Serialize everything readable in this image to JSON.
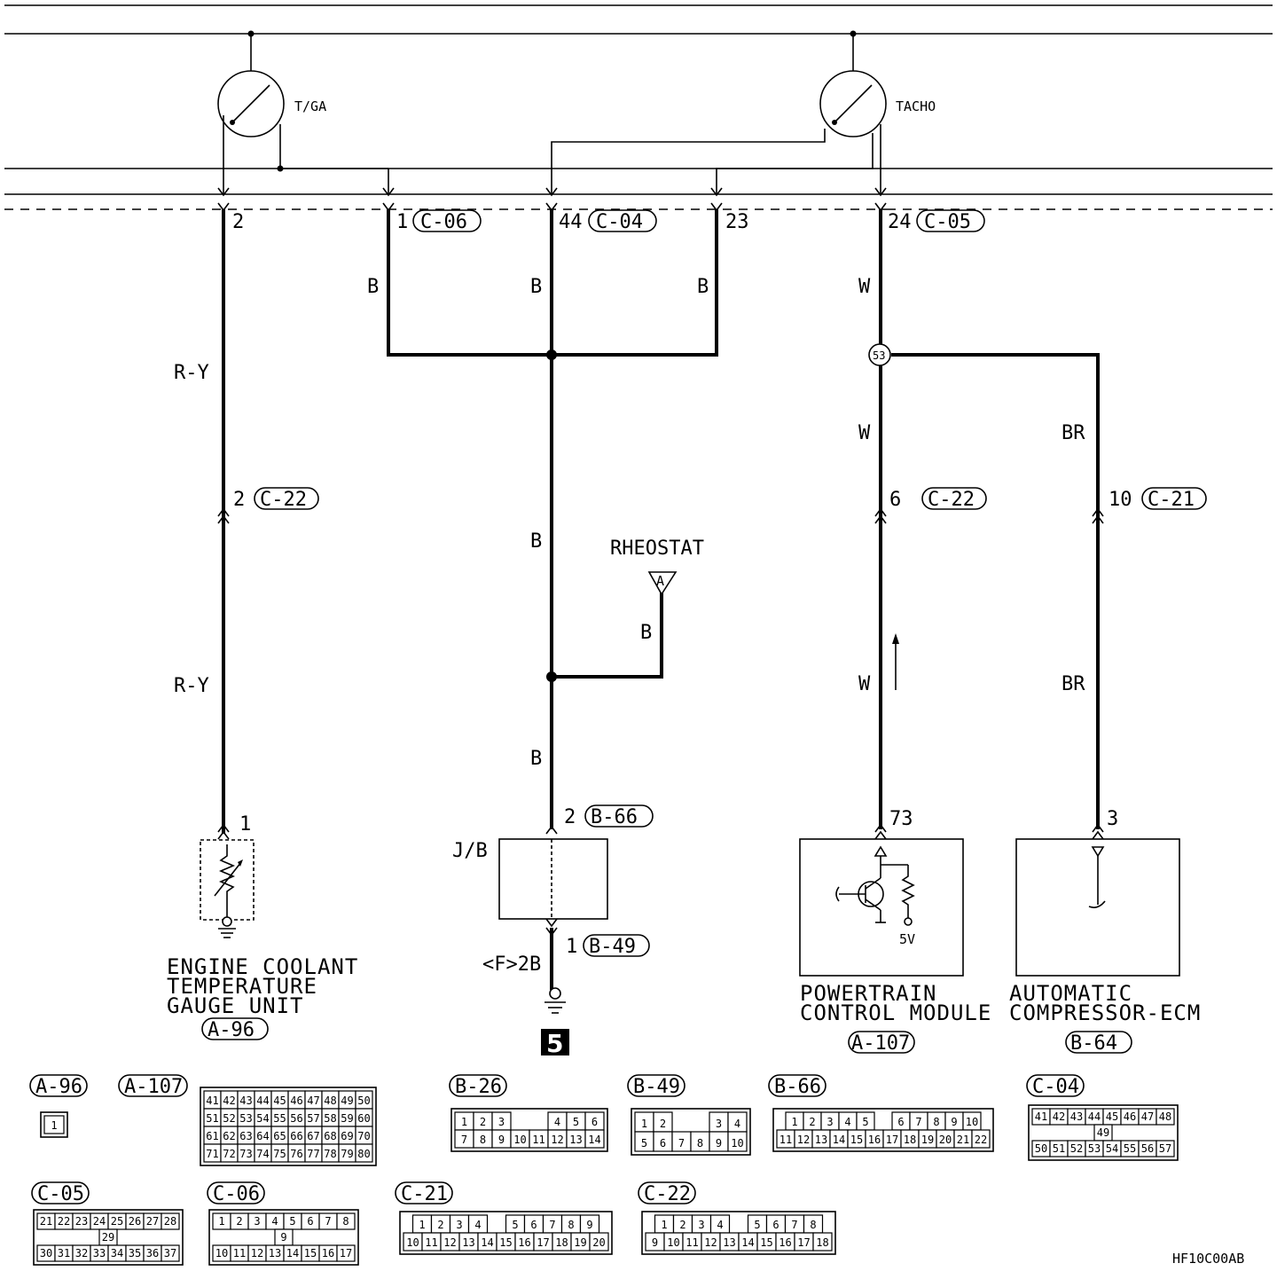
{
  "gauges": {
    "tga": "T/GA",
    "tacho": "TACHO"
  },
  "pins": {
    "tga_2": "2",
    "c06_1": "1",
    "c04_44": "44",
    "pin_23": "23",
    "c05_24": "24",
    "c22_2": "2",
    "c22_6": "6",
    "c21_10": "10",
    "ect_1": "1",
    "b66_2": "2",
    "b49_1": "1",
    "pcm_73": "73",
    "acecm_3": "3",
    "splice_53": "53",
    "rheostat_a": "A"
  },
  "connectors": {
    "c06": "C-06",
    "c04": "C-04",
    "c05": "C-05",
    "c22": "C-22",
    "c21": "C-21",
    "b66": "B-66",
    "b49": "B-49",
    "a96": "A-96",
    "a107": "A-107",
    "b64": "B-64"
  },
  "wire_colors": {
    "ry_upper": "R-Y",
    "ry_lower": "R-Y",
    "b_c06": "B",
    "b_c04": "B",
    "b_23": "B",
    "b_mid": "B",
    "b_rheo": "B",
    "b_low": "B",
    "w_top": "W",
    "w_mid": "W",
    "w_low": "W",
    "br_upper": "BR",
    "br_lower": "BR"
  },
  "labels": {
    "rheostat": "RHEOSTAT",
    "jb": "J/B",
    "ground_f2b": "<F>2B",
    "ground_num": "5",
    "five_v": "5V",
    "diagram_id": "HF10C00AB"
  },
  "components": {
    "ect": {
      "line1": "ENGINE COOLANT",
      "line2": "TEMPERATURE",
      "line3": "GAUGE UNIT",
      "conn": "A-96"
    },
    "pcm": {
      "line1": "POWERTRAIN",
      "line2": "CONTROL MODULE",
      "conn": "A-107"
    },
    "acecm": {
      "line1": "AUTOMATIC",
      "line2": "COMPRESSOR-ECM",
      "conn": "B-64"
    }
  },
  "connector_views": [
    {
      "label": "A-96",
      "rows": [
        [
          "1"
        ]
      ]
    },
    {
      "label": "A-107",
      "rows": [
        [
          "41",
          "42",
          "43",
          "44",
          "45",
          "46",
          "47",
          "48",
          "49",
          "50"
        ],
        [
          "51",
          "52",
          "53",
          "54",
          "55",
          "56",
          "57",
          "58",
          "59",
          "60"
        ],
        [
          "61",
          "62",
          "63",
          "64",
          "65",
          "66",
          "67",
          "68",
          "69",
          "70"
        ],
        [
          "71",
          "72",
          "73",
          "74",
          "75",
          "76",
          "77",
          "78",
          "79",
          "80"
        ]
      ]
    },
    {
      "label": "B-26",
      "rows": [
        [
          "1",
          "2",
          "3",
          "",
          "",
          "4",
          "5",
          "6"
        ],
        [
          "7",
          "8",
          "9",
          "10",
          "11",
          "12",
          "13",
          "14"
        ]
      ]
    },
    {
      "label": "B-49",
      "rows": [
        [
          "1",
          "2",
          "",
          "",
          "3",
          "4"
        ],
        [
          "5",
          "6",
          "7",
          "8",
          "9",
          "10"
        ]
      ]
    },
    {
      "label": "B-66",
      "rows": [
        [
          "1",
          "2",
          "3",
          "4",
          "5",
          "",
          "6",
          "7",
          "8",
          "9",
          "10"
        ],
        [
          "11",
          "12",
          "13",
          "14",
          "15",
          "16",
          "17",
          "18",
          "19",
          "20",
          "21",
          "22"
        ]
      ]
    },
    {
      "label": "C-04",
      "rows": [
        [
          "41",
          "42",
          "43",
          "44",
          "45",
          "46",
          "47",
          "48"
        ],
        [
          "49"
        ],
        [
          "50",
          "51",
          "52",
          "53",
          "54",
          "55",
          "56",
          "57"
        ]
      ]
    },
    {
      "label": "C-05",
      "rows": [
        [
          "21",
          "22",
          "23",
          "24",
          "25",
          "26",
          "27",
          "28"
        ],
        [
          "29"
        ],
        [
          "30",
          "31",
          "32",
          "33",
          "34",
          "35",
          "36",
          "37"
        ]
      ]
    },
    {
      "label": "C-06",
      "rows": [
        [
          "1",
          "2",
          "3",
          "4",
          "5",
          "6",
          "7",
          "8"
        ],
        [
          "9"
        ],
        [
          "10",
          "11",
          "12",
          "13",
          "14",
          "15",
          "16",
          "17"
        ]
      ]
    },
    {
      "label": "C-21",
      "rows": [
        [
          "1",
          "2",
          "3",
          "4",
          "",
          "5",
          "6",
          "7",
          "8",
          "9"
        ],
        [
          "10",
          "11",
          "12",
          "13",
          "14",
          "15",
          "16",
          "17",
          "18",
          "19",
          "20"
        ]
      ]
    },
    {
      "label": "C-22",
      "rows": [
        [
          "1",
          "2",
          "3",
          "4",
          "",
          "5",
          "6",
          "7",
          "8"
        ],
        [
          "9",
          "10",
          "11",
          "12",
          "13",
          "14",
          "15",
          "16",
          "17",
          "18"
        ]
      ]
    }
  ]
}
